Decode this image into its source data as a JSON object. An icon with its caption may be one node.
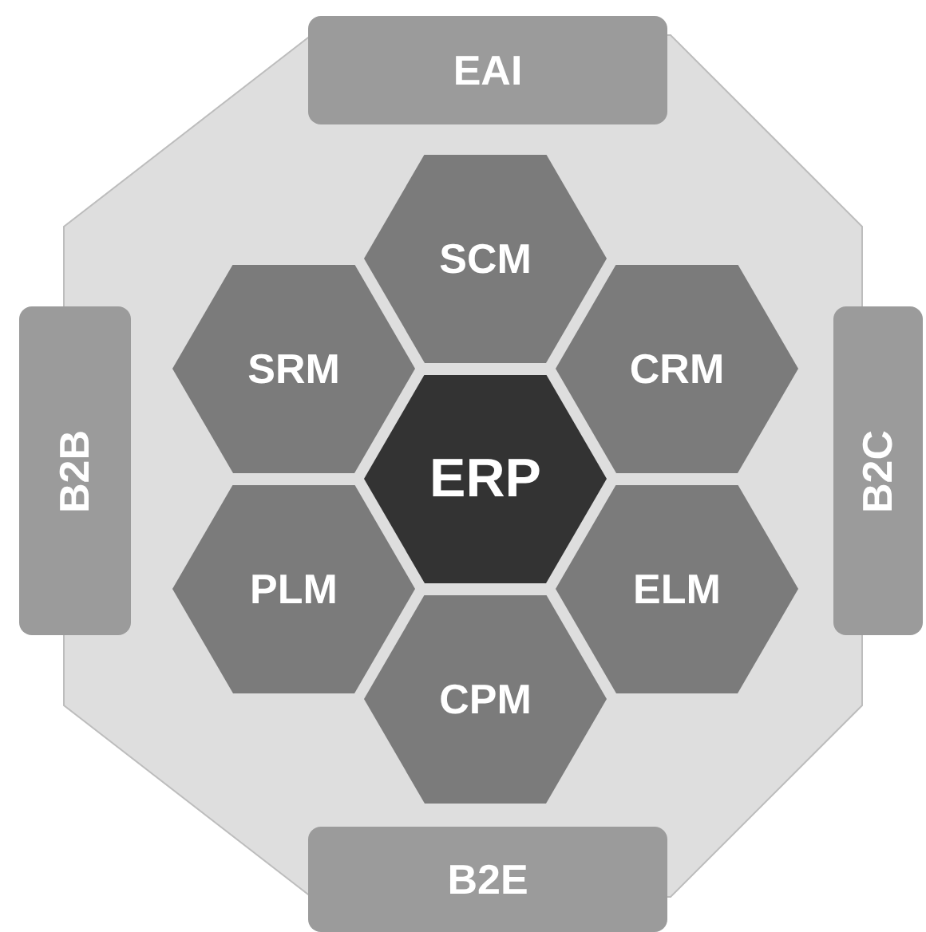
{
  "diagram": {
    "nodes": [
      {
        "text": [
          "EAI"
        ]
      },
      {
        "text": [
          "SCM"
        ]
      },
      {
        "text": [
          "SRM"
        ]
      },
      {
        "text": [
          "CRM"
        ]
      },
      {
        "text": [
          "B2B"
        ]
      },
      {
        "text": [
          "ERP"
        ]
      },
      {
        "text": [
          "B2C"
        ]
      },
      {
        "text": [
          "PLM"
        ]
      },
      {
        "text": [
          "ELM"
        ]
      },
      {
        "text": [
          "CPM"
        ]
      },
      {
        "text": [
          "B2E"
        ]
      }
    ]
  }
}
